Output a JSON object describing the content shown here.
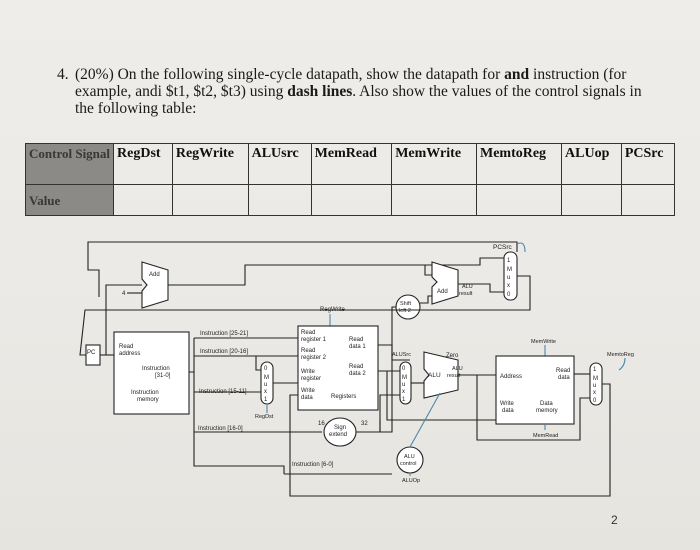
{
  "question": {
    "number": "4.",
    "text_part1": "(20%) On the following single-cycle datapath, show the datapath for ",
    "text_bold1": "and",
    "text_part2": " instruction (for example, andi $t1, $t2, $t3) using ",
    "text_bold2": "dash lines",
    "text_part3": ". Also show the values of the control signals in the following table:"
  },
  "table": {
    "header_label": "Control Signal",
    "value_label": "Value",
    "columns": [
      "RegDst",
      "RegWrite",
      "ALUsrc",
      "MemRead",
      "MemWrite",
      "MemtoReg",
      "ALUop",
      "PCSrc"
    ],
    "values": [
      "",
      "",
      "",
      "",
      "",
      "",
      "",
      ""
    ]
  },
  "datapath": {
    "pcsrc": "PCSrc",
    "add1": "Add",
    "four": "4",
    "add2": "Add",
    "alu_result_top": "ALU",
    "alu_result_bottom": "result",
    "shift_top": "Shift",
    "shift_bottom": "left 2",
    "regwrite": "RegWrite",
    "memwrite": "MemWrite",
    "memtoreg": "MemtoReg",
    "pc": "PC",
    "read_address_1": "Read",
    "read_address_2": "address",
    "instruction": "Instruction",
    "instr_bits": "[31-0]",
    "instr_mem_1": "Instruction",
    "instr_mem_2": "memory",
    "instr_25_21": "Instruction [25-21]",
    "instr_20_16": "Instruction [20-16]",
    "instr_15_11": "Instruction [15-11]",
    "instr_15_0": "Instruction [16-0]",
    "instr_5_0": "Instruction [6-0]",
    "read_reg1_a": "Read",
    "read_reg1_b": "register 1",
    "read_reg2_a": "Read",
    "read_reg2_b": "register 2",
    "write_reg_a": "Write",
    "write_reg_b": "register",
    "write_data_a": "Write",
    "write_data_b": "data",
    "read_data1_a": "Read",
    "read_data1_b": "data 1",
    "read_data2_a": "Read",
    "read_data2_b": "data 2",
    "registers": "Registers",
    "regdst": "RegDst",
    "alusrc": "ALUSrc",
    "zero": "Zero",
    "alu": "ALU",
    "alu_result2_a": "ALU",
    "alu_result2_b": "result",
    "address": "Address",
    "read_data_a": "Read",
    "read_data_b": "data",
    "write_data2_a": "Write",
    "write_data2_b": "data",
    "data_mem_a": "Data",
    "data_mem_b": "memory",
    "memread": "MemRead",
    "sixteen": "16",
    "thirtytwo": "32",
    "sign_a": "Sign",
    "sign_b": "extend",
    "alu_control_a": "ALU",
    "alu_control_b": "control",
    "aluop": "ALUOp",
    "mux_letters": [
      "M",
      "u",
      "x"
    ],
    "one": "1",
    "zero_digit": "0"
  },
  "page_number": "2"
}
